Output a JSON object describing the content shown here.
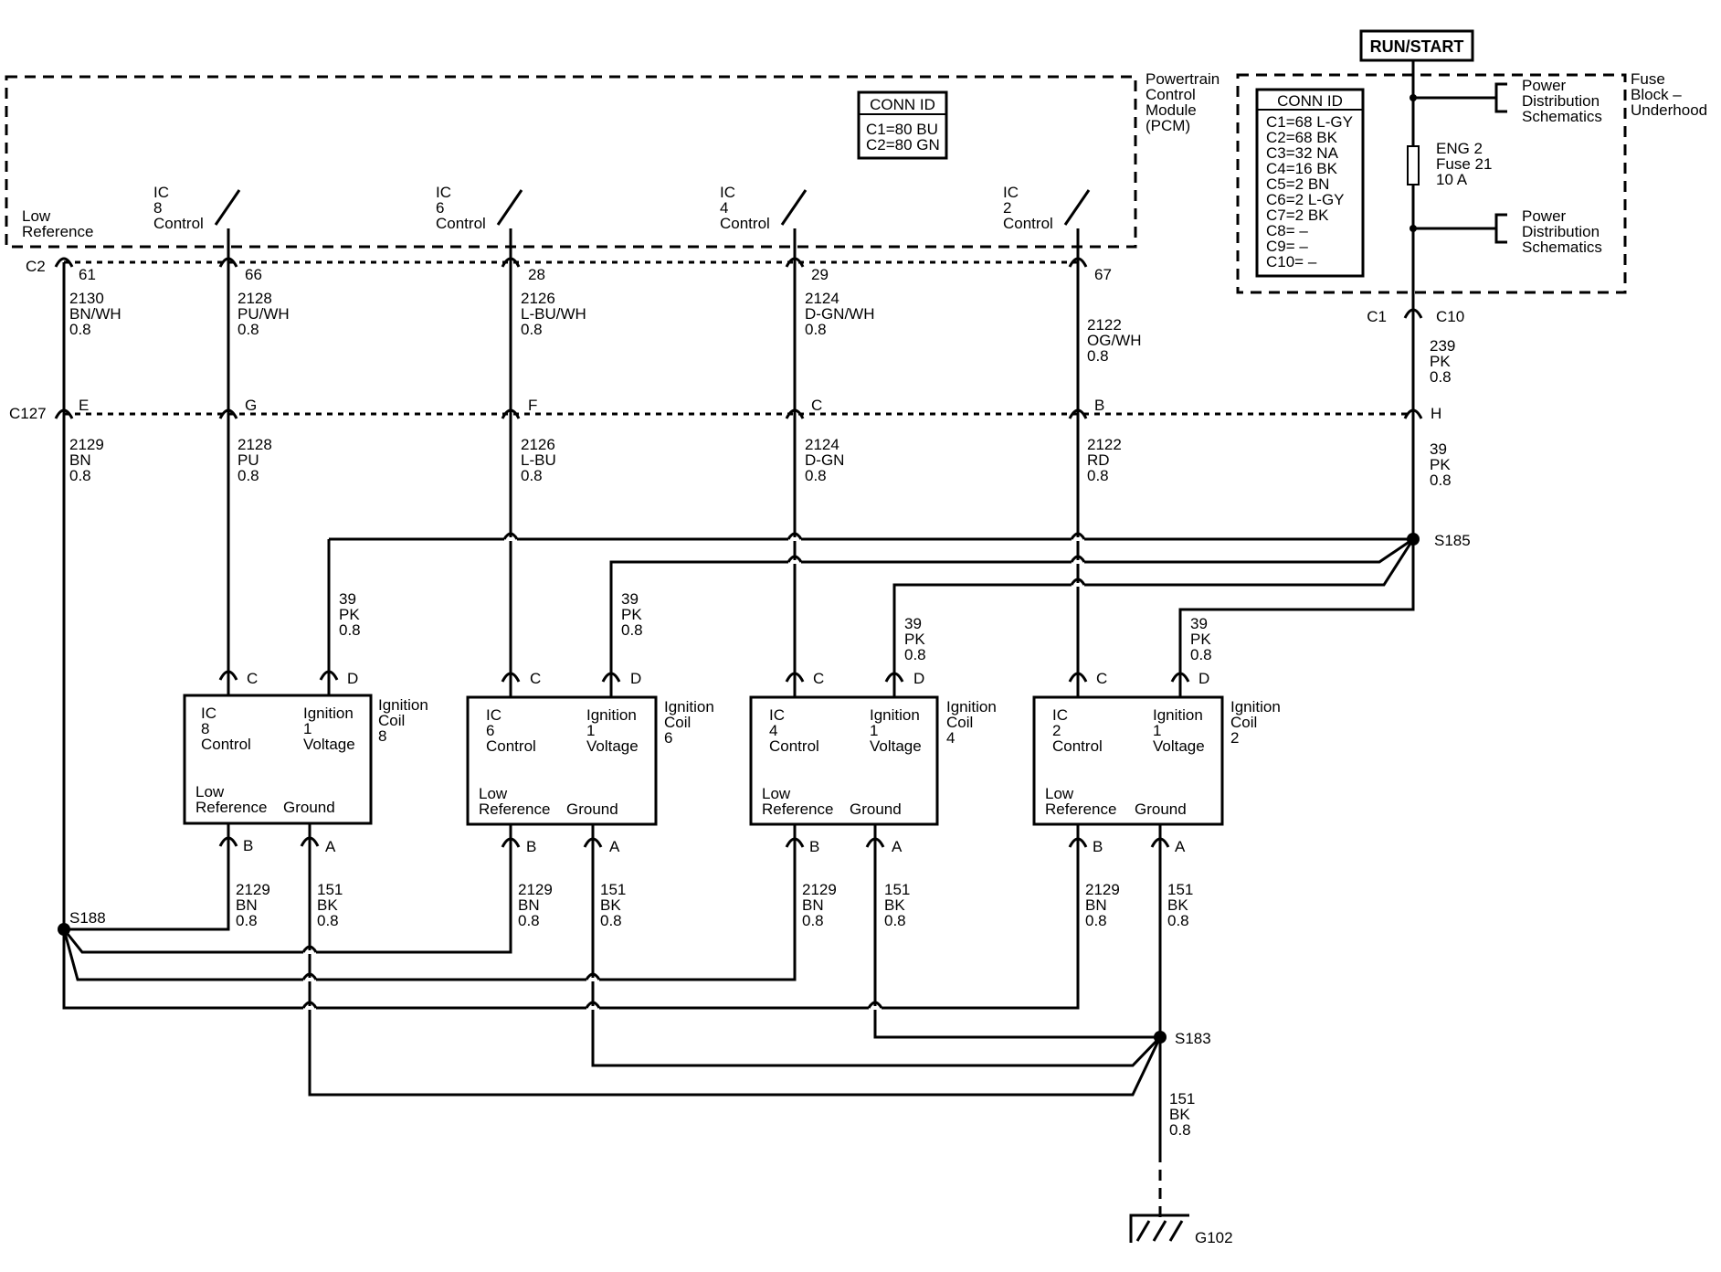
{
  "power_source": "RUN/START",
  "fuse_block": {
    "label": [
      "Fuse",
      "Block –",
      "Underhood"
    ],
    "conn_id_title": "CONN ID",
    "conn_ids": [
      "C1=68 L-GY",
      "C2=68 BK",
      "C3=32 NA",
      "C4=16 BK",
      "C5=2 BN",
      "C6=2 L-GY",
      "C7=2 BK",
      "C8= –",
      "C9= –",
      "C10= –"
    ],
    "power_dist_top": [
      "Power",
      "Distribution",
      "Schematics"
    ],
    "power_dist_bottom": [
      "Power",
      "Distribution",
      "Schematics"
    ],
    "fuse": [
      "ENG 2",
      "Fuse 21",
      "10 A"
    ],
    "out_connector": [
      "C1",
      "C10"
    ],
    "out_wire": [
      "239",
      "PK",
      "0.8"
    ]
  },
  "pcm": {
    "label": [
      "Powertrain",
      "Control",
      "Module",
      "(PCM)"
    ],
    "conn_id_title": "CONN ID",
    "conn_ids": [
      "C1=80 BU",
      "C2=80 GN"
    ],
    "connector": "C2",
    "low_reference": [
      "Low",
      "Reference"
    ],
    "pins": [
      "61",
      "66",
      "28",
      "29",
      "67"
    ]
  },
  "controls": [
    [
      "IC",
      "8",
      "Control"
    ],
    [
      "IC",
      "6",
      "Control"
    ],
    [
      "IC",
      "4",
      "Control"
    ],
    [
      "IC",
      "2",
      "Control"
    ]
  ],
  "pcm_wires": [
    [
      "2130",
      "BN/WH",
      "0.8"
    ],
    [
      "2128",
      "PU/WH",
      "0.8"
    ],
    [
      "2126",
      "L-BU/WH",
      "0.8"
    ],
    [
      "2124",
      "D-GN/WH",
      "0.8"
    ],
    [
      "2122",
      "OG/WH",
      "0.8"
    ]
  ],
  "c127": {
    "label": "C127",
    "pins": [
      "E",
      "G",
      "F",
      "C",
      "B",
      "H"
    ]
  },
  "lower_wires": [
    [
      "2129",
      "BN",
      "0.8"
    ],
    [
      "2128",
      "PU",
      "0.8"
    ],
    [
      "2126",
      "L-BU",
      "0.8"
    ],
    [
      "2124",
      "D-GN",
      "0.8"
    ],
    [
      "2122",
      "RD",
      "0.8"
    ],
    [
      "39",
      "PK",
      "0.8"
    ]
  ],
  "splices": {
    "s185": "S185",
    "s188": "S188",
    "s183": "S183"
  },
  "coil_feed_wire": [
    "39",
    "PK",
    "0.8"
  ],
  "coils": [
    {
      "name": [
        "Ignition",
        "Coil",
        "8"
      ],
      "tl": [
        "IC",
        "8",
        "Control"
      ],
      "tr": [
        "Ignition",
        "1",
        "Voltage"
      ],
      "bl": [
        "Low",
        "Reference"
      ],
      "br": "Ground",
      "pins_top": [
        "C",
        "D"
      ],
      "pins_bottom": [
        "B",
        "A"
      ],
      "ref_wire": [
        "2129",
        "BN",
        "0.8"
      ],
      "gnd_wire": [
        "151",
        "BK",
        "0.8"
      ]
    },
    {
      "name": [
        "Ignition",
        "Coil",
        "6"
      ],
      "tl": [
        "IC",
        "6",
        "Control"
      ],
      "tr": [
        "Ignition",
        "1",
        "Voltage"
      ],
      "bl": [
        "Low",
        "Reference"
      ],
      "br": "Ground",
      "pins_top": [
        "C",
        "D"
      ],
      "pins_bottom": [
        "B",
        "A"
      ],
      "ref_wire": [
        "2129",
        "BN",
        "0.8"
      ],
      "gnd_wire": [
        "151",
        "BK",
        "0.8"
      ]
    },
    {
      "name": [
        "Ignition",
        "Coil",
        "4"
      ],
      "tl": [
        "IC",
        "4",
        "Control"
      ],
      "tr": [
        "Ignition",
        "1",
        "Voltage"
      ],
      "bl": [
        "Low",
        "Reference"
      ],
      "br": "Ground",
      "pins_top": [
        "C",
        "D"
      ],
      "pins_bottom": [
        "B",
        "A"
      ],
      "ref_wire": [
        "2129",
        "BN",
        "0.8"
      ],
      "gnd_wire": [
        "151",
        "BK",
        "0.8"
      ]
    },
    {
      "name": [
        "Ignition",
        "Coil",
        "2"
      ],
      "tl": [
        "IC",
        "2",
        "Control"
      ],
      "tr": [
        "Ignition",
        "1",
        "Voltage"
      ],
      "bl": [
        "Low",
        "Reference"
      ],
      "br": "Ground",
      "pins_top": [
        "C",
        "D"
      ],
      "pins_bottom": [
        "B",
        "A"
      ],
      "ref_wire": [
        "2129",
        "BN",
        "0.8"
      ],
      "gnd_wire": [
        "151",
        "BK",
        "0.8"
      ]
    }
  ],
  "ground_wire": [
    "151",
    "BK",
    "0.8"
  ],
  "ground": "G102"
}
